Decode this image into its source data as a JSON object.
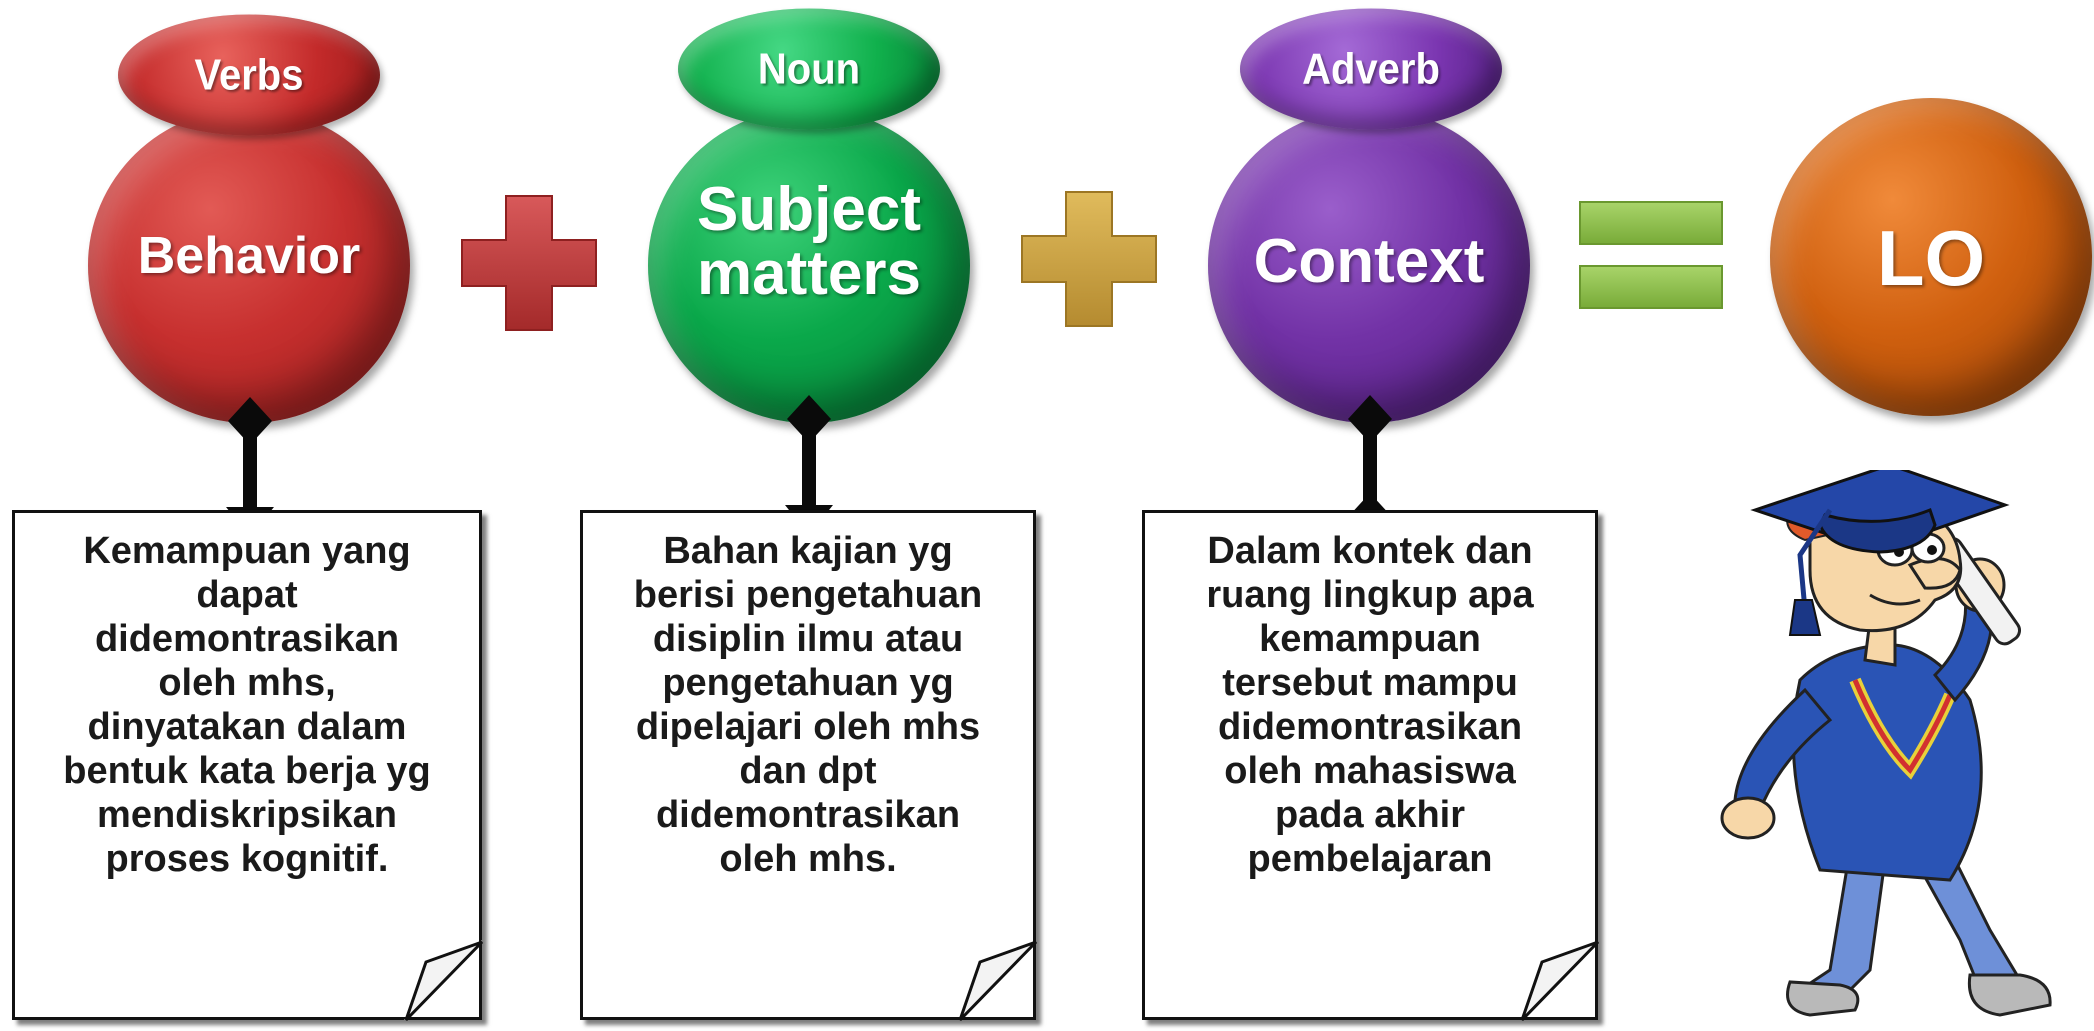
{
  "nodes": [
    {
      "cap": "Verbs",
      "label": "Behavior",
      "color": "#c7302f",
      "cap_color": "#c32a2a",
      "description": "Kemampuan yang\ndapat\ndidemontrasikan\noleh mhs,\ndinyatakan dalam\nbentuk kata berja yg\nmendiskripsikan\nproses kognitif."
    },
    {
      "cap": "Noun",
      "label": "Subject\nmatters",
      "color": "#0aa84a",
      "cap_color": "#10b04c",
      "description": "Bahan kajian yg\nberisi pengetahuan\ndisiplin ilmu atau\npengetahuan yg\ndipelajari oleh mhs\ndan dpt\ndidemontrasikan\noleh mhs."
    },
    {
      "cap": "Adverb",
      "label": "Context",
      "color": "#7232a6",
      "cap_color": "#7a35b0",
      "description": "Dalam kontek dan\nruang lingkup apa\nkemampuan\ntersebut mampu\ndidemontrasikan\noleh mahasiswa\npada akhir\npembelajaran"
    }
  ],
  "result": {
    "label": "LO",
    "color": "#d0600f"
  },
  "operators": {
    "plus1_color": "#c03a3a",
    "plus2_color": "#c8a040",
    "equals_color": "#8cc048"
  },
  "illustration": {
    "name": "graduate-cartoon"
  }
}
